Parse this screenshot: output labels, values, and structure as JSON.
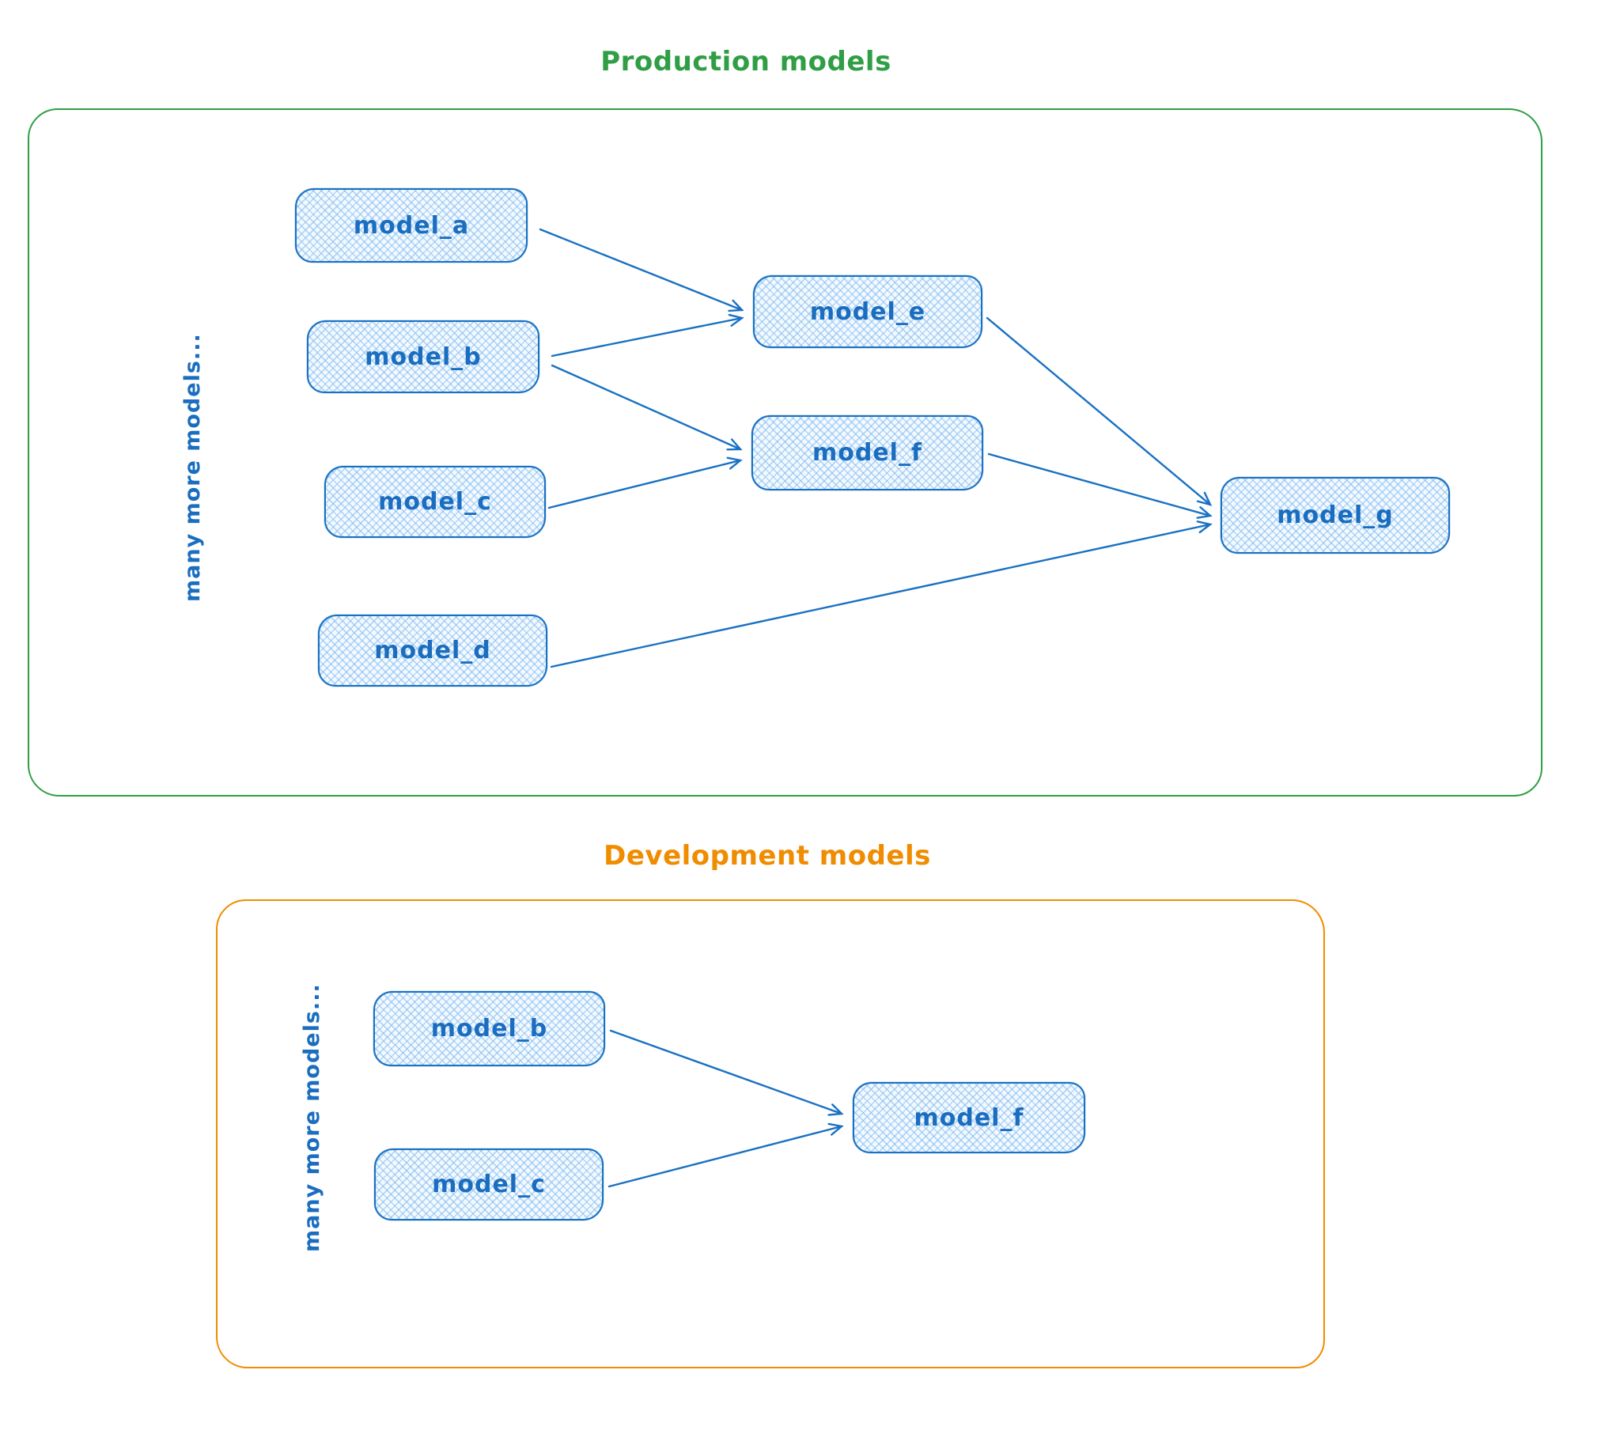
{
  "colors": {
    "node_stroke": "#1971c2",
    "node_fill_hatch": "#a5d8ff",
    "production_border": "#2f9e44",
    "development_border": "#f08c00",
    "canvas_background": "#ffffff"
  },
  "production": {
    "title": "Production models",
    "side_label": "many more models...",
    "nodes": [
      {
        "id": "model_a",
        "label": "model_a"
      },
      {
        "id": "model_b",
        "label": "model_b"
      },
      {
        "id": "model_c",
        "label": "model_c"
      },
      {
        "id": "model_d",
        "label": "model_d"
      },
      {
        "id": "model_e",
        "label": "model_e"
      },
      {
        "id": "model_f",
        "label": "model_f"
      },
      {
        "id": "model_g",
        "label": "model_g"
      }
    ],
    "edges": [
      {
        "from": "model_a",
        "to": "model_e"
      },
      {
        "from": "model_b",
        "to": "model_e"
      },
      {
        "from": "model_b",
        "to": "model_f"
      },
      {
        "from": "model_c",
        "to": "model_f"
      },
      {
        "from": "model_e",
        "to": "model_g"
      },
      {
        "from": "model_f",
        "to": "model_g"
      },
      {
        "from": "model_d",
        "to": "model_g"
      }
    ]
  },
  "development": {
    "title": "Development models",
    "side_label": "many more models...",
    "nodes": [
      {
        "id": "model_b",
        "label": "model_b"
      },
      {
        "id": "model_c",
        "label": "model_c"
      },
      {
        "id": "model_f",
        "label": "model_f"
      }
    ],
    "edges": [
      {
        "from": "model_b",
        "to": "model_f"
      },
      {
        "from": "model_c",
        "to": "model_f"
      }
    ]
  }
}
